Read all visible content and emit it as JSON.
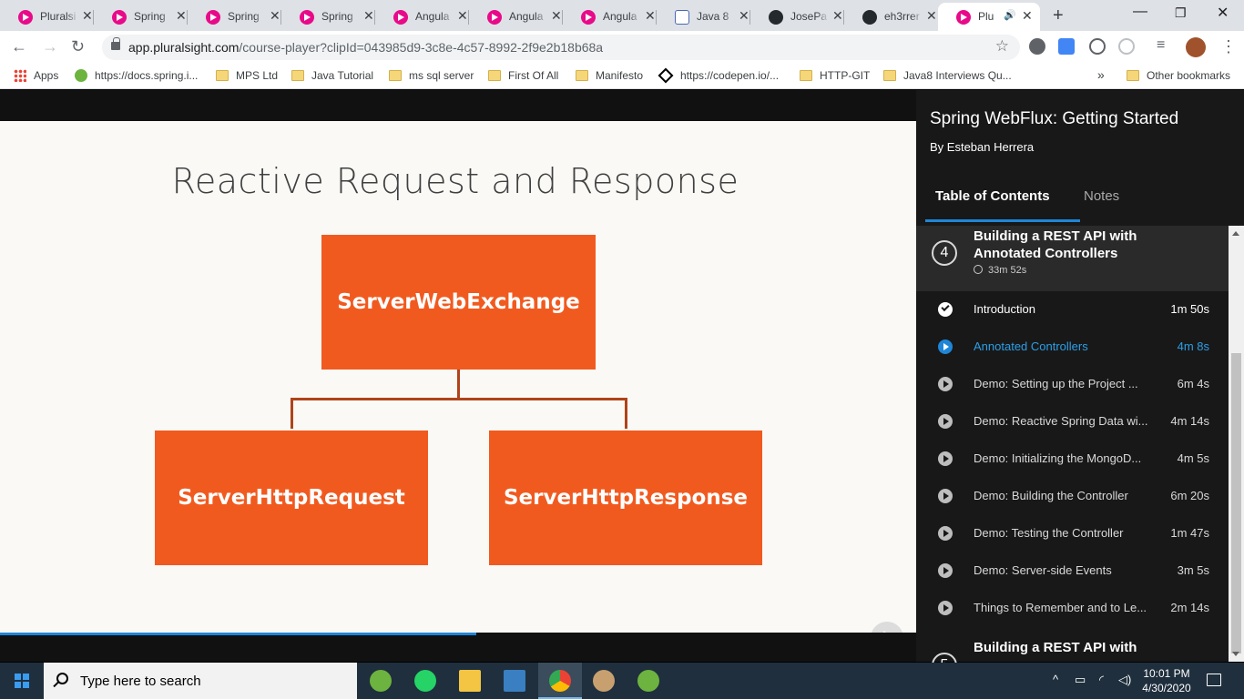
{
  "browser": {
    "tabs": [
      {
        "title": "Pluralsi",
        "icon": "pluralsight-icon"
      },
      {
        "title": "Spring",
        "icon": "pluralsight-icon"
      },
      {
        "title": "Spring",
        "icon": "pluralsight-icon"
      },
      {
        "title": "Spring",
        "icon": "pluralsight-icon"
      },
      {
        "title": "Angula",
        "icon": "pluralsight-icon"
      },
      {
        "title": "Angula",
        "icon": "pluralsight-icon"
      },
      {
        "title": "Angula",
        "icon": "pluralsight-icon"
      },
      {
        "title": "Java 8",
        "icon": "java-icon"
      },
      {
        "title": "JosePa",
        "icon": "github-icon"
      },
      {
        "title": "eh3rrer",
        "icon": "github-icon"
      },
      {
        "title": "Plu",
        "icon": "pluralsight-icon",
        "active": true
      }
    ],
    "url_host": "app.pluralsight.com",
    "url_rest": "/course-player?clipId=043985d9-3c8e-4c57-8992-2f9e2b18b68a",
    "bookmarks": [
      {
        "label": "Apps",
        "icon": "apps-grid-icon"
      },
      {
        "label": "https://docs.spring.i...",
        "icon": "spring-leaf-icon"
      },
      {
        "label": "MPS Ltd",
        "icon": "folder-icon"
      },
      {
        "label": "Java Tutorial",
        "icon": "folder-icon"
      },
      {
        "label": "ms sql server",
        "icon": "folder-icon"
      },
      {
        "label": "First Of All",
        "icon": "folder-icon"
      },
      {
        "label": "Manifesto",
        "icon": "folder-icon"
      },
      {
        "label": "https://codepen.io/...",
        "icon": "codepen-icon"
      },
      {
        "label": "HTTP-GIT",
        "icon": "folder-icon"
      },
      {
        "label": "Java8 Interviews Qu...",
        "icon": "folder-icon"
      }
    ],
    "overflow": "»",
    "other_bookmarks": "Other bookmarks"
  },
  "slide": {
    "title": "Reactive Request and Response",
    "top_box": "ServerWebExchange",
    "left_box": "ServerHttpRequest",
    "right_box": "ServerHttpResponse",
    "progress": 0.52
  },
  "sidebar": {
    "course_title": "Spring WebFlux: Getting Started",
    "author": "By Esteban Herrera",
    "tab_toc": "Table of Contents",
    "tab_notes": "Notes",
    "module": {
      "number": "4",
      "title": "Building a REST API with Annotated Controllers",
      "duration": "33m 52s"
    },
    "clips": [
      {
        "title": "Introduction",
        "duration": "1m 50s",
        "state": "done"
      },
      {
        "title": "Annotated Controllers",
        "duration": "4m 8s",
        "state": "current"
      },
      {
        "title": "Demo: Setting up the Project ...",
        "duration": "6m 4s",
        "state": "pending"
      },
      {
        "title": "Demo: Reactive Spring Data wi...",
        "duration": "4m 14s",
        "state": "pending"
      },
      {
        "title": "Demo: Initializing the MongoD...",
        "duration": "4m 5s",
        "state": "pending"
      },
      {
        "title": "Demo: Building the Controller",
        "duration": "6m 20s",
        "state": "pending"
      },
      {
        "title": "Demo: Testing the Controller",
        "duration": "1m 47s",
        "state": "pending"
      },
      {
        "title": "Demo: Server-side Events",
        "duration": "3m 5s",
        "state": "pending"
      },
      {
        "title": "Things to Remember and to Le...",
        "duration": "2m 14s",
        "state": "pending"
      }
    ],
    "next_module": {
      "number": "5",
      "title": "Building a REST API with"
    }
  },
  "taskbar": {
    "search_placeholder": "Type here to search",
    "time": "10:01 PM",
    "date": "4/30/2020"
  },
  "colors": {
    "slide_box": "#f15a1f",
    "accent_blue": "#1f86d7",
    "sidebar_bg": "#181818"
  }
}
